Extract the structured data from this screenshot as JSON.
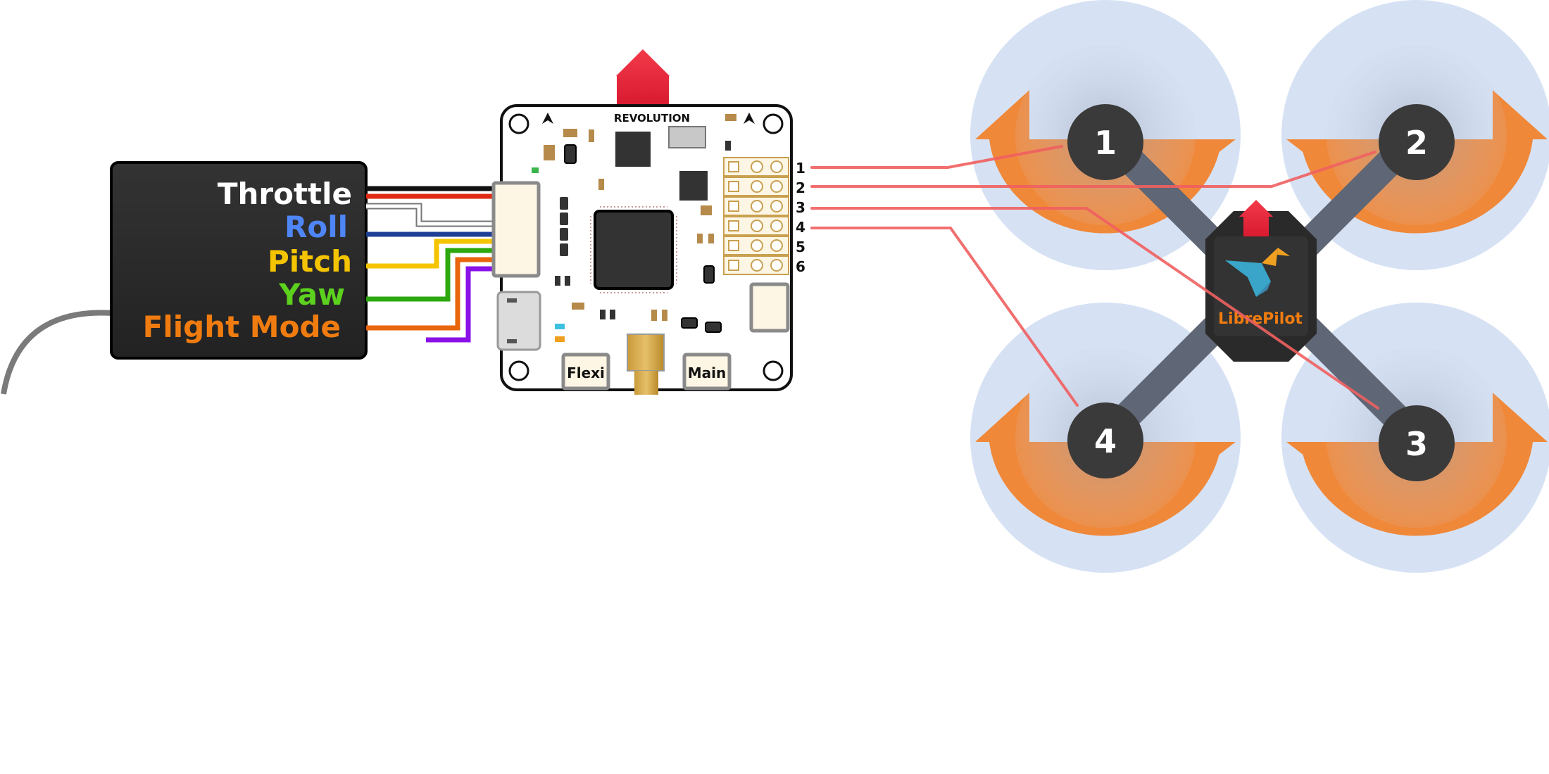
{
  "receiver": {
    "channels": [
      {
        "label": "Throttle",
        "color": "#ffffff"
      },
      {
        "label": "Roll",
        "color": "#4f86f7"
      },
      {
        "label": "Pitch",
        "color": "#f5c400"
      },
      {
        "label": "Yaw",
        "color": "#5cd11e"
      },
      {
        "label": "Flight Mode",
        "color": "#f07c10"
      }
    ]
  },
  "board": {
    "brand": "REVOLUTION",
    "flexi_label": "Flexi",
    "main_label": "Main",
    "output_pins": [
      "1",
      "2",
      "3",
      "4",
      "5",
      "6"
    ]
  },
  "quad": {
    "logo_text": "LibrePilot",
    "motors": [
      "1",
      "2",
      "3",
      "4"
    ]
  },
  "colors": {
    "motor_wire": "#f06060",
    "prop_disc": "#d6e2f4",
    "prop_orange": "#f0883a",
    "motor_hub": "#3a3a3a",
    "forward_arrow": "#e8283c"
  }
}
